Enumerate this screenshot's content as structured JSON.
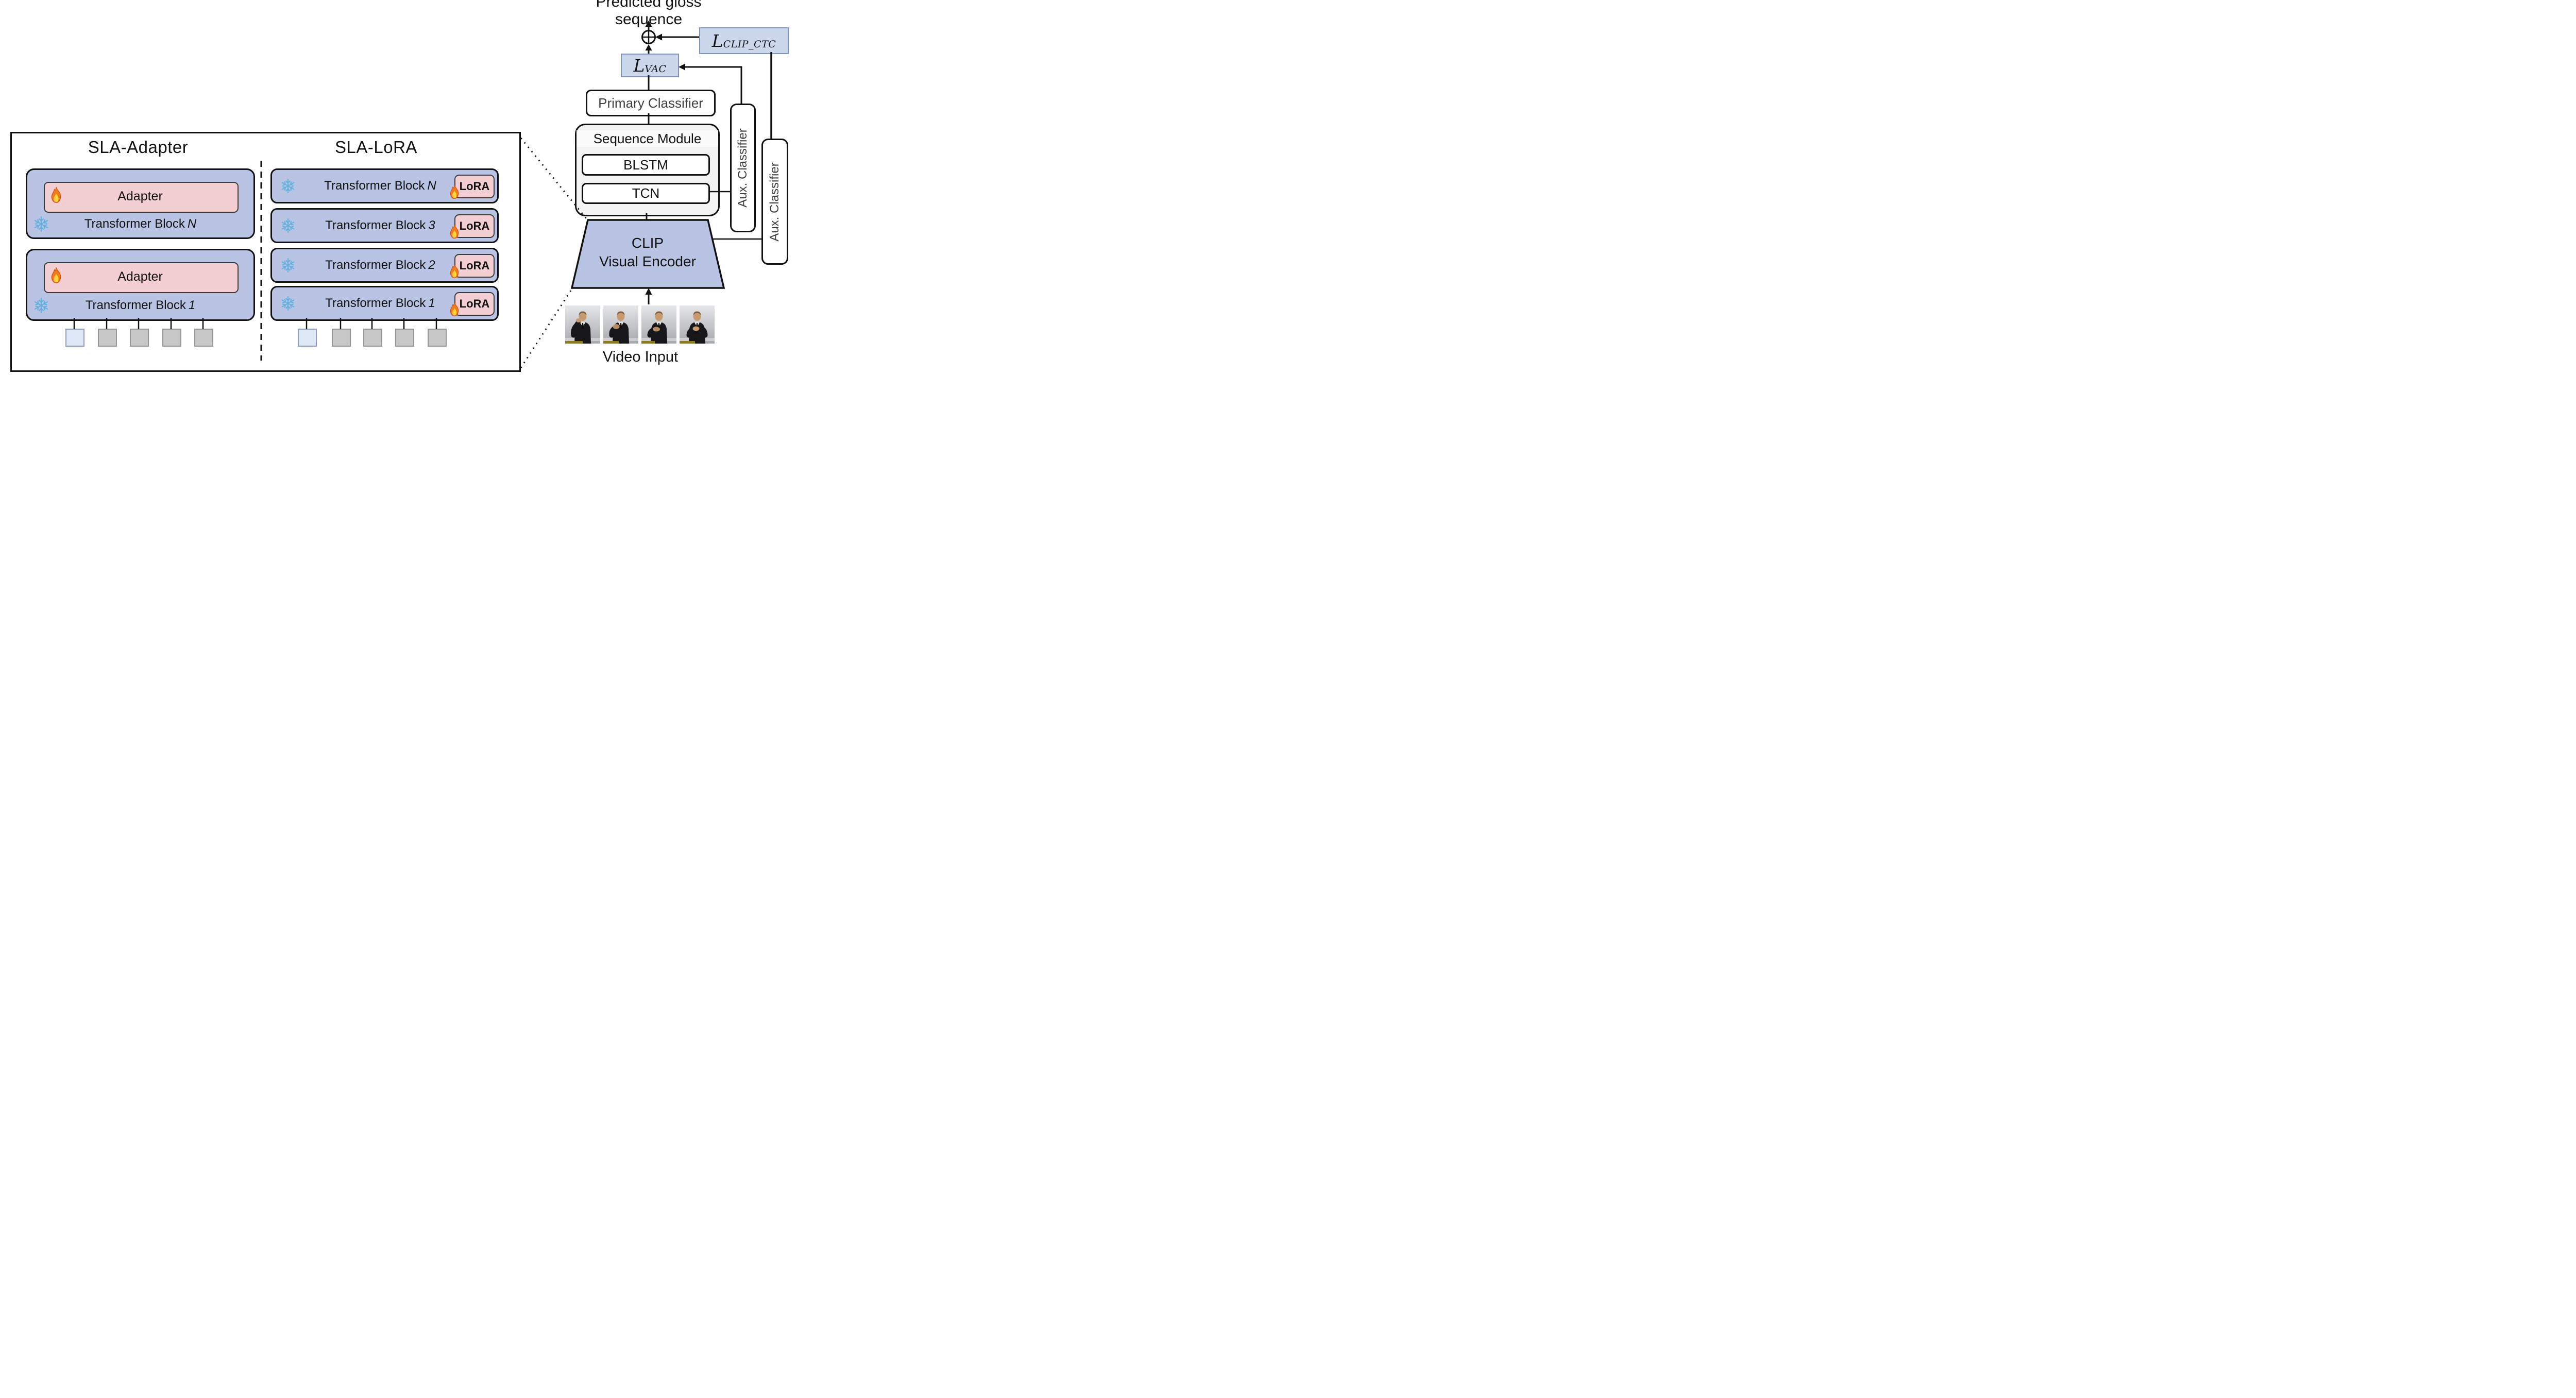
{
  "left_panel": {
    "sla_adapter": {
      "title": "SLA-Adapter",
      "blocks": [
        {
          "adapter": "Adapter",
          "label": "Transformer Block",
          "index": "N"
        },
        {
          "adapter": "Adapter",
          "label": "Transformer Block",
          "index": "1"
        }
      ],
      "input_tokens": 5
    },
    "sla_lora": {
      "title": "SLA-LoRA",
      "rows": [
        {
          "label": "Transformer Block",
          "index": "N",
          "lora": "LoRA"
        },
        {
          "label": "Transformer Block",
          "index": "3",
          "lora": "LoRA"
        },
        {
          "label": "Transformer Block",
          "index": "2",
          "lora": "LoRA"
        },
        {
          "label": "Transformer Block",
          "index": "1",
          "lora": "LoRA"
        }
      ],
      "input_tokens": 5
    }
  },
  "pipeline": {
    "predicted": "Predicted gloss sequence",
    "loss_clip_ctc": {
      "base": "L",
      "sub": "CLIP_CTC"
    },
    "loss_vac": {
      "base": "L",
      "sub": "VAC"
    },
    "primary_classifier": "Primary Classifier",
    "sequence_module": {
      "title": "Sequence Module",
      "blstm": "BLSTM",
      "tcn": "TCN"
    },
    "aux_classifiers": [
      "Aux. Classifier",
      "Aux. Classifier"
    ],
    "clip_encoder": {
      "line1": "CLIP",
      "line2": "Visual Encoder"
    },
    "video_input": "Video Input"
  },
  "icons": {
    "fire": "🔥",
    "snowflake": "❄️",
    "sum": "⊕"
  },
  "colors": {
    "block_blue": "#b9c4e4",
    "adapter_pink": "#f3cfd3",
    "loss_fill": "#ccd7ec",
    "loss_border": "#7e95c2",
    "module_gray": "#f3f3f3",
    "token_highlight": "#dfe8f7",
    "token_gray": "#c8c8c8",
    "classifier_text": "#3f3f3f"
  }
}
